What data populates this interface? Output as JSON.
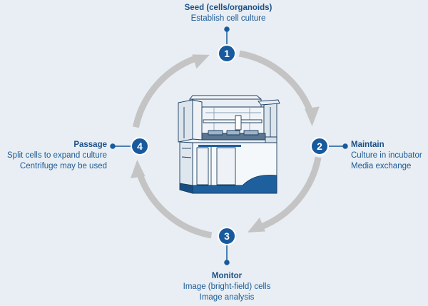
{
  "colors": {
    "background": "#e8eef3",
    "accent": "#185a9d",
    "arrow": "#c4c4c4",
    "text": "#1c4f86"
  },
  "steps": [
    {
      "number": "1",
      "title": "Seed (cells/organoids)",
      "lines": [
        "Establish cell culture"
      ]
    },
    {
      "number": "2",
      "title": "Maintain",
      "lines": [
        "Culture in incubator",
        "Media exchange"
      ]
    },
    {
      "number": "3",
      "title": "Monitor",
      "lines": [
        "Image (bright-field) cells",
        "Image analysis"
      ]
    },
    {
      "number": "4",
      "title": "Passage",
      "lines": [
        "Split cells to expand culture",
        "Centrifuge may be used"
      ]
    }
  ],
  "center_icon": "lab-automation-instrument-icon"
}
